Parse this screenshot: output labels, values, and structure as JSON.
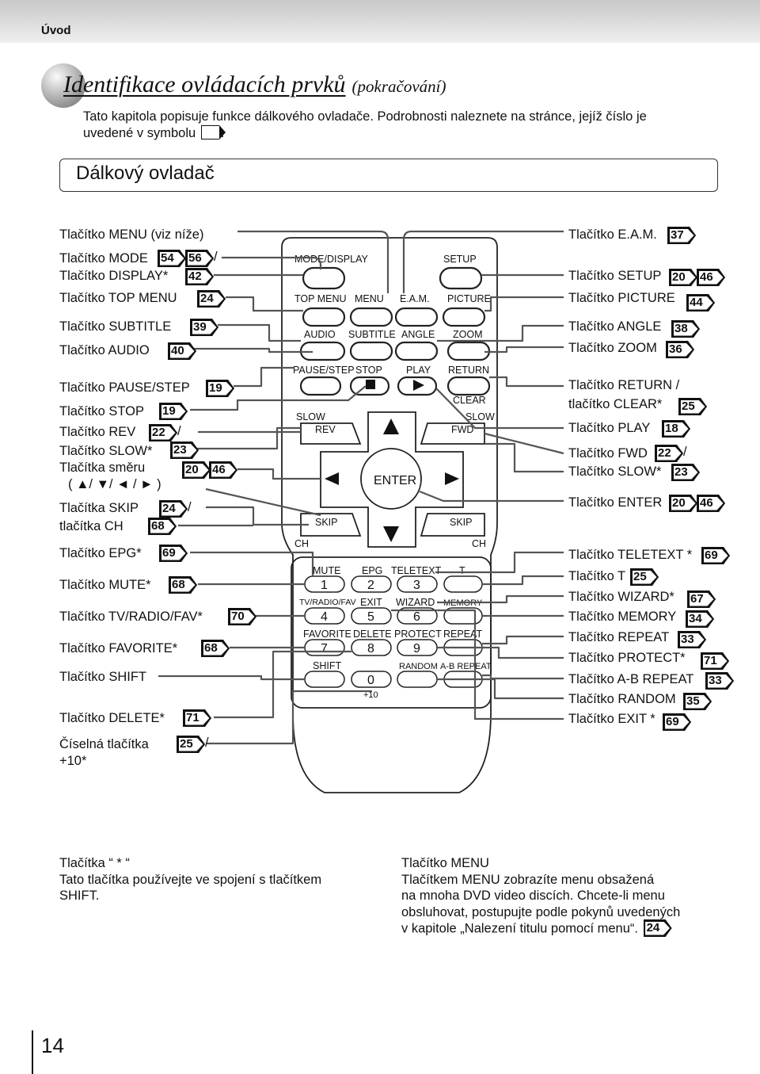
{
  "header": {
    "section": "Úvod"
  },
  "title": {
    "main": "Identifikace ovládacích prvků",
    "sub": "(pokračování)"
  },
  "intro": {
    "line1": "Tato kapitola popisuje funkce dálkového ovladače. Podrobnosti naleznete na stránce, jejíž číslo je",
    "line2a": "uvedené v symbolu",
    "line2b": "."
  },
  "section_title": "Dálkový ovladač",
  "left_labels": [
    {
      "text": "Tlačítko MENU (viz níže)"
    },
    {
      "text": "Tlačítko MODE",
      "refs": [
        "54",
        "56"
      ],
      "slash": "/"
    },
    {
      "text": "Tlačítko DISPLAY*",
      "refs": [
        "42"
      ]
    },
    {
      "text": "Tlačítko TOP MENU",
      "refs": [
        "24"
      ]
    },
    {
      "text": "Tlačítko SUBTITLE",
      "refs": [
        "39"
      ]
    },
    {
      "text": "Tlačítko AUDIO",
      "refs": [
        "40"
      ]
    },
    {
      "text": "Tlačítko PAUSE/STEP",
      "refs": [
        "19"
      ]
    },
    {
      "text": "Tlačítko STOP",
      "refs": [
        "19"
      ]
    },
    {
      "text": "Tlačítko REV",
      "refs": [
        "22"
      ],
      "slash": "/"
    },
    {
      "text": "Tlačítko SLOW*",
      "refs": [
        "23"
      ]
    },
    {
      "text": "Tlačítka směru",
      "refs": [
        "20",
        "46"
      ]
    },
    {
      "text": "( ▲/ ▼/ ◄ / ► )"
    },
    {
      "text": "Tlačítka SKIP",
      "refs": [
        "24"
      ],
      "slash": "/"
    },
    {
      "text": "tlačítka CH",
      "refs": [
        "68"
      ]
    },
    {
      "text": "Tlačítko EPG*",
      "refs": [
        "69"
      ]
    },
    {
      "text": "Tlačítko MUTE*",
      "refs": [
        "68"
      ]
    },
    {
      "text": "Tlačítko TV/RADIO/FAV*",
      "refs": [
        "70"
      ]
    },
    {
      "text": "Tlačítko FAVORITE*",
      "refs": [
        "68"
      ]
    },
    {
      "text": "Tlačítko SHIFT"
    },
    {
      "text": "Tlačítko DELETE*",
      "refs": [
        "71"
      ]
    },
    {
      "text": "Číselná tlačítka",
      "refs": [
        "25"
      ],
      "slash": "/"
    },
    {
      "text": "+10*"
    }
  ],
  "right_labels": [
    {
      "text": "Tlačítko E.A.M.",
      "refs": [
        "37"
      ]
    },
    {
      "text": "Tlačítko SETUP",
      "refs": [
        "20",
        "46"
      ]
    },
    {
      "text": "Tlačítko PICTURE",
      "refs": [
        "44"
      ]
    },
    {
      "text": "Tlačítko ANGLE",
      "refs": [
        "38"
      ]
    },
    {
      "text": "Tlačítko ZOOM",
      "refs": [
        "36"
      ]
    },
    {
      "text": "Tlačítko RETURN /"
    },
    {
      "text": "tlačítko CLEAR*",
      "refs": [
        "25"
      ]
    },
    {
      "text": "Tlačítko PLAY",
      "refs": [
        "18"
      ]
    },
    {
      "text": "Tlačítko FWD",
      "refs": [
        "22"
      ],
      "slash": "/"
    },
    {
      "text": "Tlačítko SLOW*",
      "refs": [
        "23"
      ]
    },
    {
      "text": "Tlačítko ENTER",
      "refs": [
        "20",
        "46"
      ]
    },
    {
      "text": "Tlačítko TELETEXT *",
      "refs": [
        "69"
      ]
    },
    {
      "text": "Tlačítko T",
      "refs": [
        "25"
      ]
    },
    {
      "text": "Tlačítko WIZARD*",
      "refs": [
        "67"
      ]
    },
    {
      "text": "Tlačítko MEMORY",
      "refs": [
        "34"
      ]
    },
    {
      "text": "Tlačítko REPEAT",
      "refs": [
        "33"
      ]
    },
    {
      "text": "Tlačítko PROTECT*",
      "refs": [
        "71"
      ]
    },
    {
      "text": "Tlačítko A-B REPEAT",
      "refs": [
        "33"
      ]
    },
    {
      "text": "Tlačítko RANDOM",
      "refs": [
        "35"
      ]
    },
    {
      "text": "Tlačítko EXIT *",
      "refs": [
        "69"
      ]
    }
  ],
  "remote": {
    "mode_display": "MODE/DISPLAY",
    "setup": "SETUP",
    "top_menu": "TOP MENU",
    "menu": "MENU",
    "eam": "E.A.M.",
    "picture": "PICTURE",
    "audio": "AUDIO",
    "subtitle": "SUBTITLE",
    "angle": "ANGLE",
    "zoom": "ZOOM",
    "pause_step": "PAUSE/STEP",
    "stop": "STOP",
    "play": "PLAY",
    "return": "RETURN",
    "clear": "CLEAR",
    "slow_l": "SLOW",
    "slow_r": "SLOW",
    "rev": "REV",
    "fwd": "FWD",
    "enter": "ENTER",
    "skip_l": "SKIP",
    "skip_r": "SKIP",
    "ch_minus": "CH",
    "ch_plus": "CH",
    "mute": "MUTE",
    "epg": "EPG",
    "teletext": "TELETEXT",
    "t": "T",
    "n1": "1",
    "n2": "2",
    "n3": "3",
    "tvradio": "TV/RADIO/FAV",
    "exit": "EXIT",
    "wizard": "WIZARD",
    "memory": "MEMORY",
    "n4": "4",
    "n5": "5",
    "n6": "6",
    "favorite": "FAVORITE",
    "delete": "DELETE",
    "protect": "PROTECT",
    "repeat": "REPEAT",
    "n7": "7",
    "n8": "8",
    "n9": "9",
    "shift": "SHIFT",
    "random": "RANDOM",
    "abrepeat": "A-B REPEAT",
    "n0": "0",
    "plus10": "+10"
  },
  "notes": {
    "left": {
      "title": "Tlačítka  “ * “",
      "body1": "Tato tlačítka používejte ve spojení s tlačítkem",
      "body2": "SHIFT."
    },
    "right": {
      "title": "Tlačítko MENU",
      "l1": "Tlačítkem MENU zobrazíte menu obsažená",
      "l2": "na mnoha DVD video discích. Chcete-li menu",
      "l3": "obsluhovat, postupujte podle pokynů uvedených",
      "l4": "v kapitole „Nalezení titulu pomocí menu“.",
      "ref": "24"
    }
  },
  "page_number": "14"
}
